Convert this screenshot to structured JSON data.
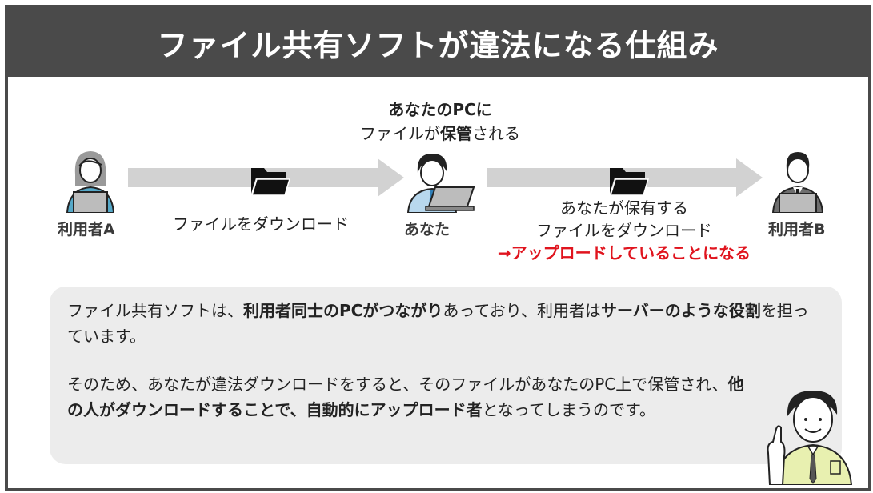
{
  "title": "ファイル共有ソフトが違法になる仕組み",
  "top_note": {
    "line1_bold": "あなたのPCに",
    "line2_pre": "ファイルが",
    "line2_bold": "保管",
    "line2_post": "される"
  },
  "people": {
    "user_a": "利用者A",
    "you": "あなた",
    "user_b": "利用者B"
  },
  "left_caption": "ファイルをダウンロード",
  "right_caption": {
    "line1": "あなたが保有する",
    "line2": "ファイルをダウンロード",
    "line3": "→アップロードしていることになる"
  },
  "info": {
    "p1": {
      "t1": "ファイル共有ソフトは、",
      "b1": "利用者同士のPCがつながり",
      "t2": "あっており、利用者は",
      "b2": "サーバーのような役割",
      "t3": "を担っています。"
    },
    "p2": {
      "t1": "そのため、あなたが違法ダウンロードをすると、そのファイルがあなたのPC上で保管され、",
      "b1": "他の人がダウンロードすることで、自動的にアップロード者",
      "t2": "となってしまうのです。"
    }
  },
  "colors": {
    "title_bg": "#4a4a4a",
    "arrow": "#d2d2d2",
    "highlight_red": "#e0141e",
    "info_bg": "#ececec"
  }
}
